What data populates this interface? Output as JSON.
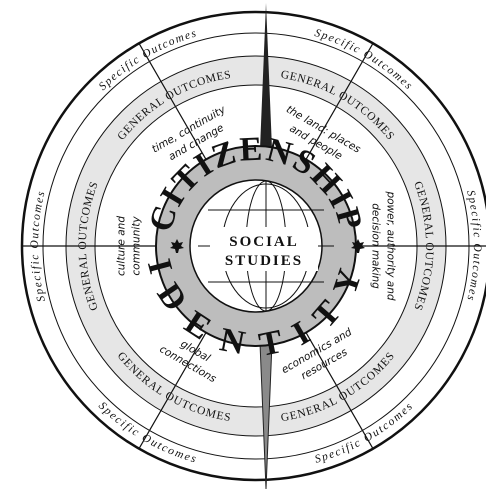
{
  "center": {
    "line1": "SOCIAL",
    "line2": "STUDIES"
  },
  "ring": {
    "top_word": "CITIZENSHIP",
    "bottom_word": "IDENTITY",
    "leaf_symbol": "maple-leaf-icon"
  },
  "sectors": [
    {
      "strand": [
        "time, continuity",
        "and change"
      ]
    },
    {
      "strand": [
        "the land: places",
        "and people"
      ]
    },
    {
      "strand": [
        "power, authority and",
        "decision making"
      ]
    },
    {
      "strand": [
        "economics and",
        "resources"
      ]
    },
    {
      "strand": [
        "global",
        "connections"
      ]
    },
    {
      "strand": [
        "culture and",
        "community"
      ]
    }
  ],
  "outer_band": {
    "general": "GENERAL OUTCOMES",
    "specific": "Specific Outcomes"
  },
  "colors": {
    "ring_fill": "#bdbdbd",
    "band_fill": "#e6e6e6",
    "ink": "#111111"
  }
}
